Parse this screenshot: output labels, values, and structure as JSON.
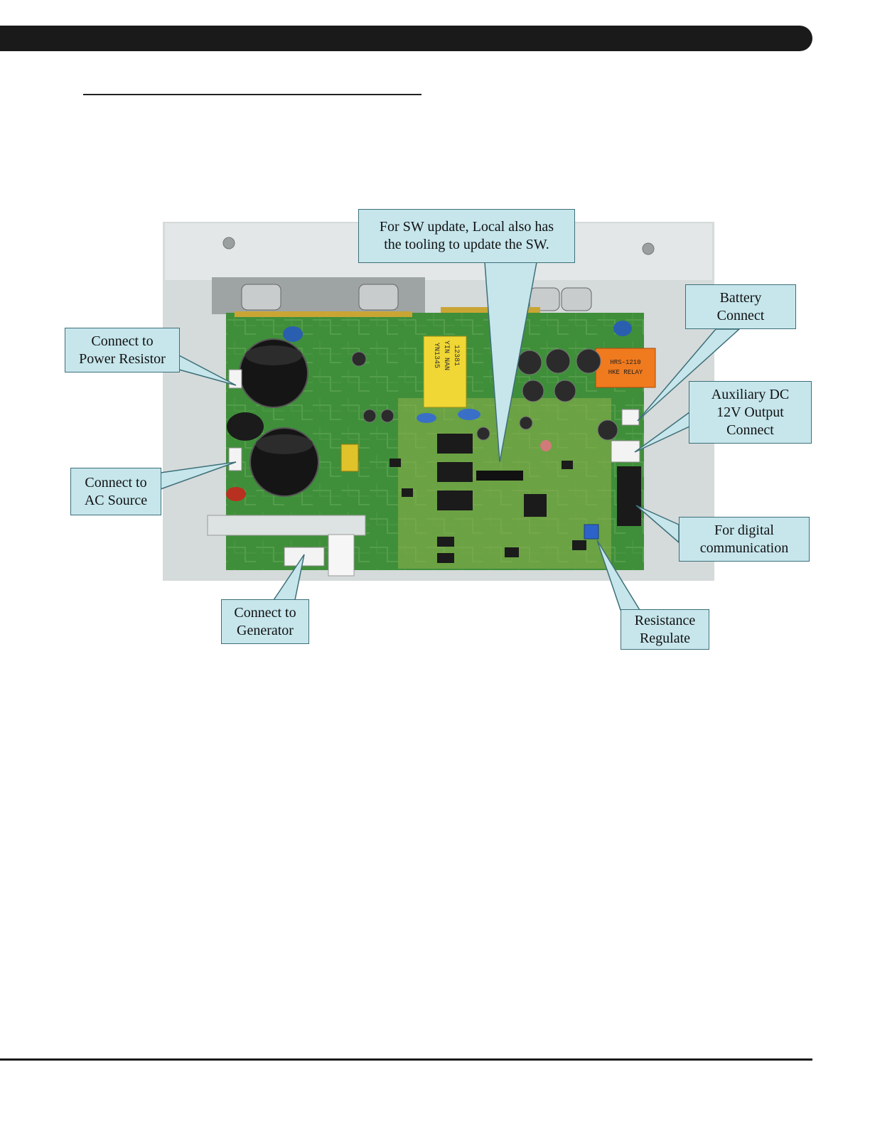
{
  "callouts": {
    "sw_update": {
      "line1": "For SW update, Local also has",
      "line2": "the tooling to update the SW."
    },
    "battery": {
      "line1": "Battery",
      "line2": "Connect"
    },
    "power_resistor": {
      "line1": "Connect to",
      "line2": "Power Resistor"
    },
    "aux_dc": {
      "line1": "Auxiliary DC",
      "line2": "12V Output",
      "line3": "Connect"
    },
    "ac_source": {
      "line1": "Connect to",
      "line2": "AC Source"
    },
    "digital_comm": {
      "line1": "For digital",
      "line2": "communication"
    },
    "generator": {
      "line1": "Connect to",
      "line2": "Generator"
    },
    "resistance": {
      "line1": "Resistance",
      "line2": "Regulate"
    }
  },
  "board_labels": {
    "transformer_line1": "YIN NAN",
    "transformer_line2": "YN1345",
    "transformer_line3": "12381",
    "relay_line1": "HRS-1210",
    "relay_line2": "HKE RELAY"
  },
  "colors": {
    "callout_fill": "#c6e6ec",
    "callout_border": "#3d6f78",
    "pcb_green": "#3f8f3a",
    "chassis": "#c9cfcf"
  }
}
